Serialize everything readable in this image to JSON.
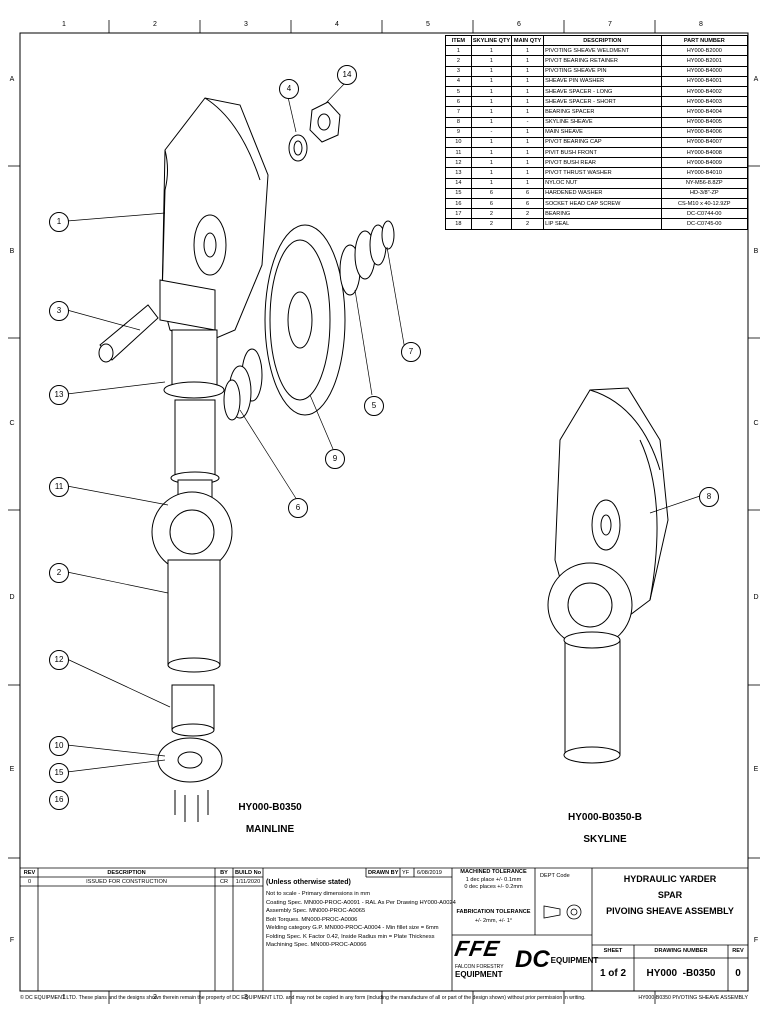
{
  "zones_cols": [
    "1",
    "2",
    "3",
    "4",
    "5",
    "6",
    "7",
    "8"
  ],
  "zones_rows": [
    "A",
    "B",
    "C",
    "D",
    "E",
    "F"
  ],
  "bom": {
    "headers": [
      "ITEM",
      "SKYLINE QTY",
      "MAIN QTY",
      "DESCRIPTION",
      "PART NUMBER"
    ],
    "rows": [
      [
        "1",
        "1",
        "1",
        "PIVOTING SHEAVE WELDMENT",
        "HY000-B2000"
      ],
      [
        "2",
        "1",
        "1",
        "PIVOT BEARING RETAINER",
        "HY000-B2001"
      ],
      [
        "3",
        "1",
        "1",
        "PIVOTING SHEAVE PIN",
        "HY000-B4000"
      ],
      [
        "4",
        "1",
        "1",
        "SHEAVE PIN WASHER",
        "HY000-B4001"
      ],
      [
        "5",
        "1",
        "1",
        "SHEAVE SPACER - LONG",
        "HY000-B4002"
      ],
      [
        "6",
        "1",
        "1",
        "SHEAVE SPACER - SHORT",
        "HY000-B4003"
      ],
      [
        "7",
        "1",
        "1",
        "BEARING SPACER",
        "HY000-B4004"
      ],
      [
        "8",
        "1",
        "-",
        "SKYLINE SHEAVE",
        "HY000-B4005"
      ],
      [
        "9",
        "-",
        "1",
        "MAIN SHEAVE",
        "HY000-B4006"
      ],
      [
        "10",
        "1",
        "1",
        "PIVOT BEARING CAP",
        "HY000-B4007"
      ],
      [
        "11",
        "1",
        "1",
        "PIVIT BUSH FRONT",
        "HY000-B4008"
      ],
      [
        "12",
        "1",
        "1",
        "PIVOT BUSH REAR",
        "HY000-B4009"
      ],
      [
        "13",
        "1",
        "1",
        "PIVOT THRUST WASHER",
        "HY000-B4010"
      ],
      [
        "14",
        "1",
        "1",
        "NYLOC NUT",
        "NY-M56-8.8ZP"
      ],
      [
        "15",
        "6",
        "6",
        "HARDENED WASHER",
        "HD-3/8\"-ZP"
      ],
      [
        "16",
        "6",
        "6",
        "SOCKET HEAD CAP SCREW",
        "CS-M10 x 40-12.9ZP"
      ],
      [
        "17",
        "2",
        "2",
        "BEARING",
        "DC-C0744-00"
      ],
      [
        "18",
        "2",
        "2",
        "LIP SEAL",
        "DC-C0745-00"
      ]
    ]
  },
  "callouts": [
    "1",
    "3",
    "13",
    "11",
    "2",
    "12",
    "10",
    "15",
    "16",
    "4",
    "14",
    "7",
    "5",
    "9",
    "6",
    "8"
  ],
  "views": {
    "mainline_id": "HY000-B0350",
    "mainline_name": "MAINLINE",
    "skyline_id": "HY000-B0350-B",
    "skyline_name": "SKYLINE"
  },
  "revision": {
    "headers": [
      "REV",
      "DESCRIPTION",
      "BY",
      "BUILD No"
    ],
    "row": [
      "0",
      "ISSUED FOR CONSTRUCTION",
      "CR",
      "1/11/2020"
    ]
  },
  "notes": {
    "heading": "(Unless otherwise stated)",
    "drawn_by_label": "DRAWN BY",
    "drawn_by": "YF",
    "date": "6/08/2019",
    "lines": [
      "Not to scale - Primary dimensions in mm",
      "Coating Spec. MN000-PROC-A0091 - RAL As Per Drawing HY000-A0024",
      "Assembly Spec. MN000-PROC-A0065",
      "Bolt Torques. MN000-PROC-A0006",
      "Welding category G.P. MN000-PROC-A0004 - Min fillet size = 6mm",
      "Folding Spec. K Factor 0.42, Inside Radius min = Plate Thickness",
      "Machining Spec. MN000-PROC-A0066"
    ]
  },
  "tolerance": {
    "machined_title": "MACHINED TOLERANCE",
    "machined_1": "1 dec place +/- 0.1mm",
    "machined_2": "0 dec places +/- 0.2mm",
    "fab_title": "FABRICATION TOLERANCE",
    "fab_1": "+/- 2mm, +/- 1°"
  },
  "dept_code_label": "DEPT Code",
  "logos": {
    "ffe": "FFE",
    "ffe_sub": "FALCON FORESTRY",
    "ffe_sub2": "EQUIPMENT",
    "dc": "DC",
    "dc_sub": "EQUIPMENT"
  },
  "title_block": {
    "line1": "HYDRAULIC YARDER",
    "line2": "SPAR",
    "line3": "PIVOING SHEAVE ASSEMBLY",
    "sheet_label": "SHEET",
    "drawing_number_label": "DRAWING NUMBER",
    "rev_label": "REV",
    "sheet": "1 of 2",
    "drawing_number": "HY000  -B0350",
    "rev": "0"
  },
  "footer": {
    "copyright": "© DC EQUIPMENT LTD. These plans and the designs shown therein remain the property of DC EQUIPMENT LTD. and may not be copied in any form (including the manufacture of all or part of the design shown) without prior permission in writing.",
    "file": "HY000-B0350 PIVOTING SHEAVE ASSEMBLY"
  }
}
